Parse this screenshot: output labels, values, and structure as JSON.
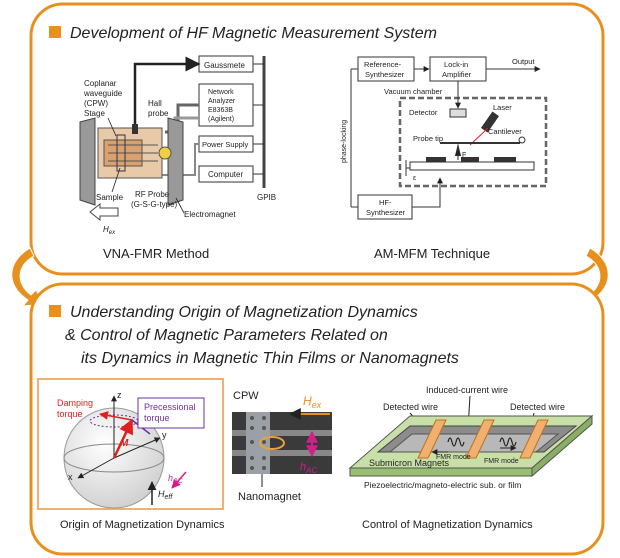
{
  "colors": {
    "accent": "#E8901E",
    "panel_bg": "#ffffff",
    "dark": "#333333",
    "red": "#E02020",
    "pink": "#D0208A",
    "purple": "#7030A0"
  },
  "top": {
    "title": "Development of HF Magnetic Measurement System",
    "vna": {
      "caption": "VNA-FMR Method",
      "gaussmete": "Gaussmete",
      "network": [
        "Network",
        "Analyzer",
        "E8363B",
        "(Agilent)"
      ],
      "power": "Power Supply",
      "computer": "Computer",
      "gpib": "GPIB",
      "cpw": [
        "Coplanar",
        "waveguide",
        "(CPW)",
        "Stage"
      ],
      "hall": [
        "Hall",
        "probe"
      ],
      "sample": "Sample",
      "rfprobe": [
        "RF Probe",
        "(G-S-G-type)"
      ],
      "electromagnet": "Electromagnet",
      "hex": "H",
      "hex_sub": "ex"
    },
    "mfm": {
      "caption": "AM-MFM Technique",
      "ref": [
        "Reference-",
        "Synthesizer"
      ],
      "lockin": [
        "Lock-in",
        "Amplifier"
      ],
      "output": "Output",
      "vacuum": "Vacuum chamber",
      "laser": "Laser",
      "detector": "Detector",
      "cantilever": "Cantilever",
      "probetip": "Probe tip",
      "f": "F",
      "e": "ε",
      "phase": "phase-locking",
      "hf": [
        "HF-",
        "Synthesizer"
      ]
    }
  },
  "bottom": {
    "title": [
      "Understanding Origin of Magnetization Dynamics",
      "& Control of Magnetic Parameters Related on",
      "its Dynamics in Magnetic Thin Films or Nanomagnets"
    ],
    "origin": {
      "caption": "Origin of Magnetization Dynamics",
      "damping": [
        "Damping",
        "torque"
      ],
      "precessional": [
        "Precessional",
        "torque"
      ],
      "m": "M",
      "z": "z",
      "y": "y",
      "x": "x",
      "hac": "h",
      "hac_sub": "AC",
      "heff": "H",
      "heff_sub": "eff",
      "cpw": "CPW",
      "hex": "H",
      "hex_sub": "ex",
      "hac2": "h",
      "hac2_sub": "AC",
      "nanomagnet": "Nanomagnet"
    },
    "control": {
      "caption": "Control of Magnetization Dynamics",
      "induced": "Induced-current wire",
      "detected_left": "Detected wire",
      "detected_right": "Detected wire",
      "submicron": "Submicron Magnets",
      "fmr1": "FMR mode",
      "fmr2": "FMR mode",
      "substrate": "Piezoelectric/magneto-electric sub. or film"
    }
  }
}
